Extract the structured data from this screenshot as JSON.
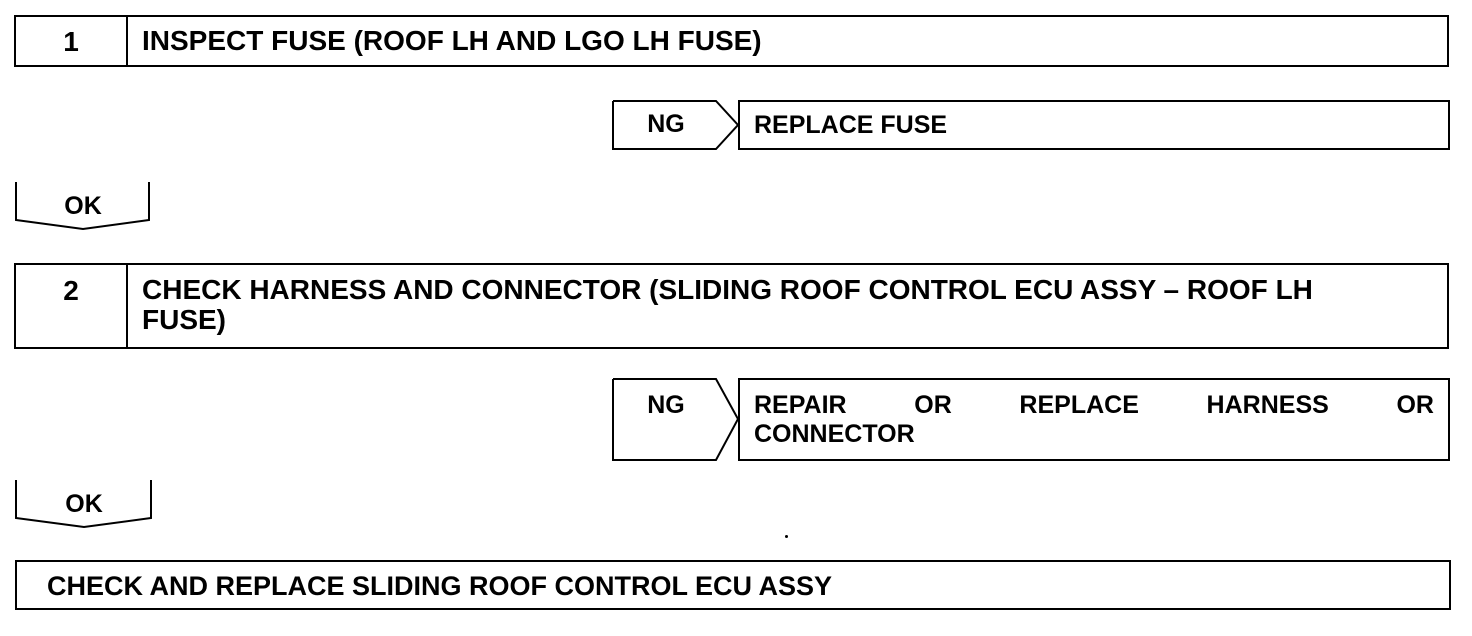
{
  "steps": [
    {
      "number": "1",
      "title": "INSPECT FUSE (ROOF LH AND LGO LH FUSE)"
    },
    {
      "number": "2",
      "title": "CHECK HARNESS AND CONNECTOR (SLIDING ROOF CONTROL ECU ASSY – ROOF LH FUSE)"
    }
  ],
  "branches": [
    {
      "result": "NG",
      "action": "REPLACE FUSE"
    },
    {
      "result": "NG",
      "action_words_line1": [
        "REPAIR",
        "OR",
        "REPLACE",
        "HARNESS",
        "OR"
      ],
      "action_line2": "CONNECTOR"
    }
  ],
  "ok_labels": [
    "OK",
    "OK"
  ],
  "final_action": "CHECK AND REPLACE SLIDING ROOF CONTROL ECU ASSY"
}
